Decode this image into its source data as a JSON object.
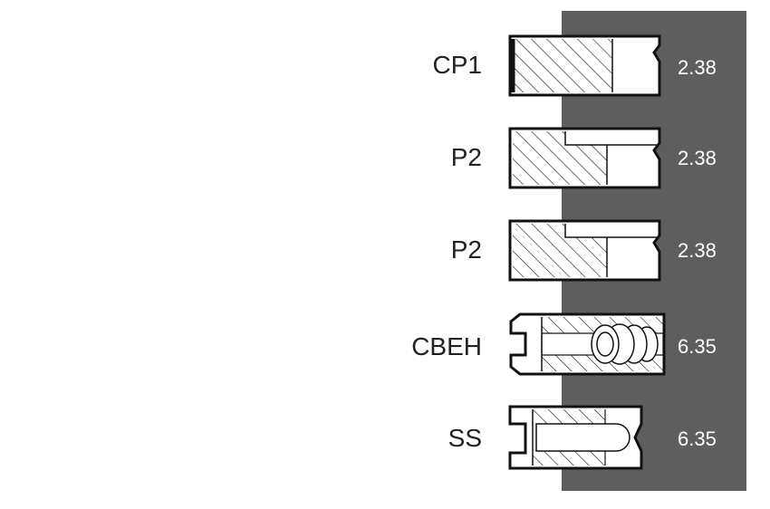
{
  "colors": {
    "panel": "#5e5e5e",
    "outline": "#111111",
    "label_text": "#222222",
    "value_text": "#ffffff"
  },
  "rings": [
    {
      "name": "CP1",
      "width": "2.38"
    },
    {
      "name": "P2",
      "width": "2.38"
    },
    {
      "name": "P2",
      "width": "2.38"
    },
    {
      "name": "CBEH",
      "width": "6.35"
    },
    {
      "name": "SS",
      "width": "6.35"
    }
  ]
}
